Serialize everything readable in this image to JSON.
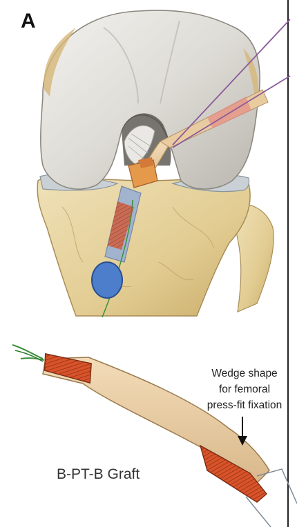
{
  "figure": {
    "panel_label": "A",
    "annotation": {
      "lines": [
        "Wedge shape",
        "for femoral",
        "press-fit fixation"
      ],
      "arrow_icon": "down-arrow-icon"
    },
    "graft_caption": "B-PT-B Graft"
  },
  "colors": {
    "femur": "#dedcd6",
    "tibia": "#e6d3a0",
    "meniscus": "#c9d0d6",
    "tendon": "#eacda3",
    "bone_block": "#d8532a",
    "tunnel": "#9fb2d0",
    "screw_button": "#4d7ecb",
    "suture": "#3a8f3a",
    "instrument": "#8a5a9a",
    "divider": "#222222"
  }
}
